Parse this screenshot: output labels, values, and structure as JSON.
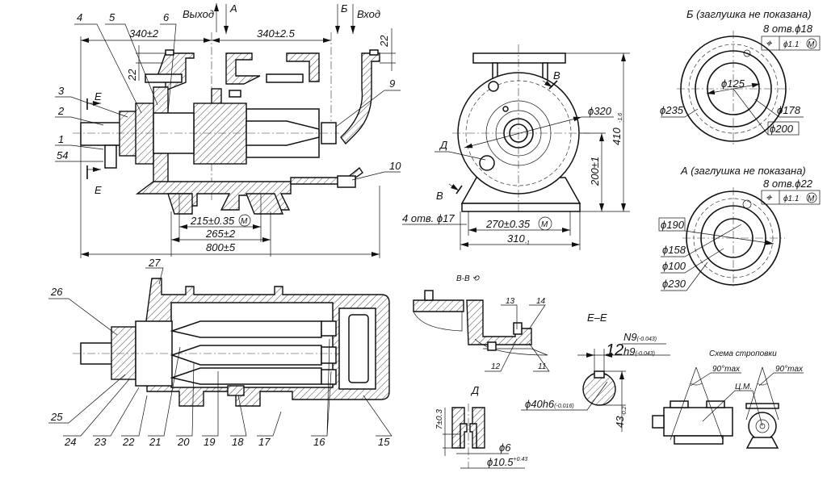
{
  "main_view": {
    "outlet_label": "Выход",
    "inlet_label": "Вход",
    "view_a": "А",
    "view_b": "Б",
    "dim_outlet": "340±2",
    "dim_inlet": "340±2.5",
    "dim_flange_left": "22",
    "dim_flange_right": "22",
    "dim_feet_holes": "215±0.35",
    "dim_feet_holes_mod": "M",
    "dim_feet": "265±2",
    "dim_base": "800±5",
    "section_e_top": "Е",
    "section_e_bottom": "Е",
    "parts": [
      "4",
      "5",
      "6",
      "3",
      "2",
      "1",
      "54",
      "9",
      "10"
    ]
  },
  "front_view": {
    "dim_diameter": "ϕ320",
    "dim_height": "410",
    "dim_height_tol": "-1.6",
    "dim_axis": "200±1",
    "dim_holes_label": "4 отв. ϕ17",
    "dim_hole_spacing": "270±0.35",
    "dim_hole_spacing_mod": "M",
    "dim_width": "310",
    "dim_width_tol": "-1",
    "detail_d": "Д",
    "section_b_top": "В",
    "section_b_bottom": "В"
  },
  "view_b": {
    "title": "Б (заглушка не показана)",
    "holes": "8 отв.ϕ18",
    "tolerance_symbol": "⌖",
    "tolerance_value": "ϕ1.1",
    "tolerance_mod": "M",
    "d_outer": "ϕ235",
    "d_bolt_circle": "ϕ200",
    "d_face": "ϕ178",
    "d_bore": "ϕ125"
  },
  "view_a": {
    "title": "А (заглушка не показана)",
    "holes": "8 отв.ϕ22",
    "tolerance_symbol": "⌖",
    "tolerance_value": "ϕ1.1",
    "tolerance_mod": "M",
    "d_bolt_circle": "ϕ190",
    "d_face": "ϕ158",
    "d_bore": "ϕ100",
    "d_outer": "ϕ230"
  },
  "section_view": {
    "parts": [
      "27",
      "26",
      "25",
      "24",
      "23",
      "22",
      "21",
      "20",
      "19",
      "18",
      "17",
      "16",
      "15"
    ]
  },
  "section_bb": {
    "title": "В-В",
    "rotated_symbol": "⟲",
    "parts": [
      "13",
      "14",
      "12",
      "11"
    ]
  },
  "detail_d": {
    "title": "Д",
    "dim_depth": "7±0.3",
    "dim_small": "ϕ6",
    "dim_large": "ϕ10.5",
    "dim_large_tol": "+0.43"
  },
  "section_ee": {
    "title": "Е–Е",
    "key_width": "12",
    "key_fit_top": "N9",
    "key_tol_top": "(-0.043)",
    "key_fit_bottom": "h9",
    "key_tol_bottom": "(-0.043)",
    "shaft_diameter": "ϕ40h6",
    "shaft_tol": "(-0.016)",
    "key_depth": "43",
    "key_depth_tol": "-0.2"
  },
  "slinging": {
    "title": "Схема строповки",
    "angle_1": "90°max",
    "angle_2": "90°max",
    "center_mass": "Ц.М."
  }
}
